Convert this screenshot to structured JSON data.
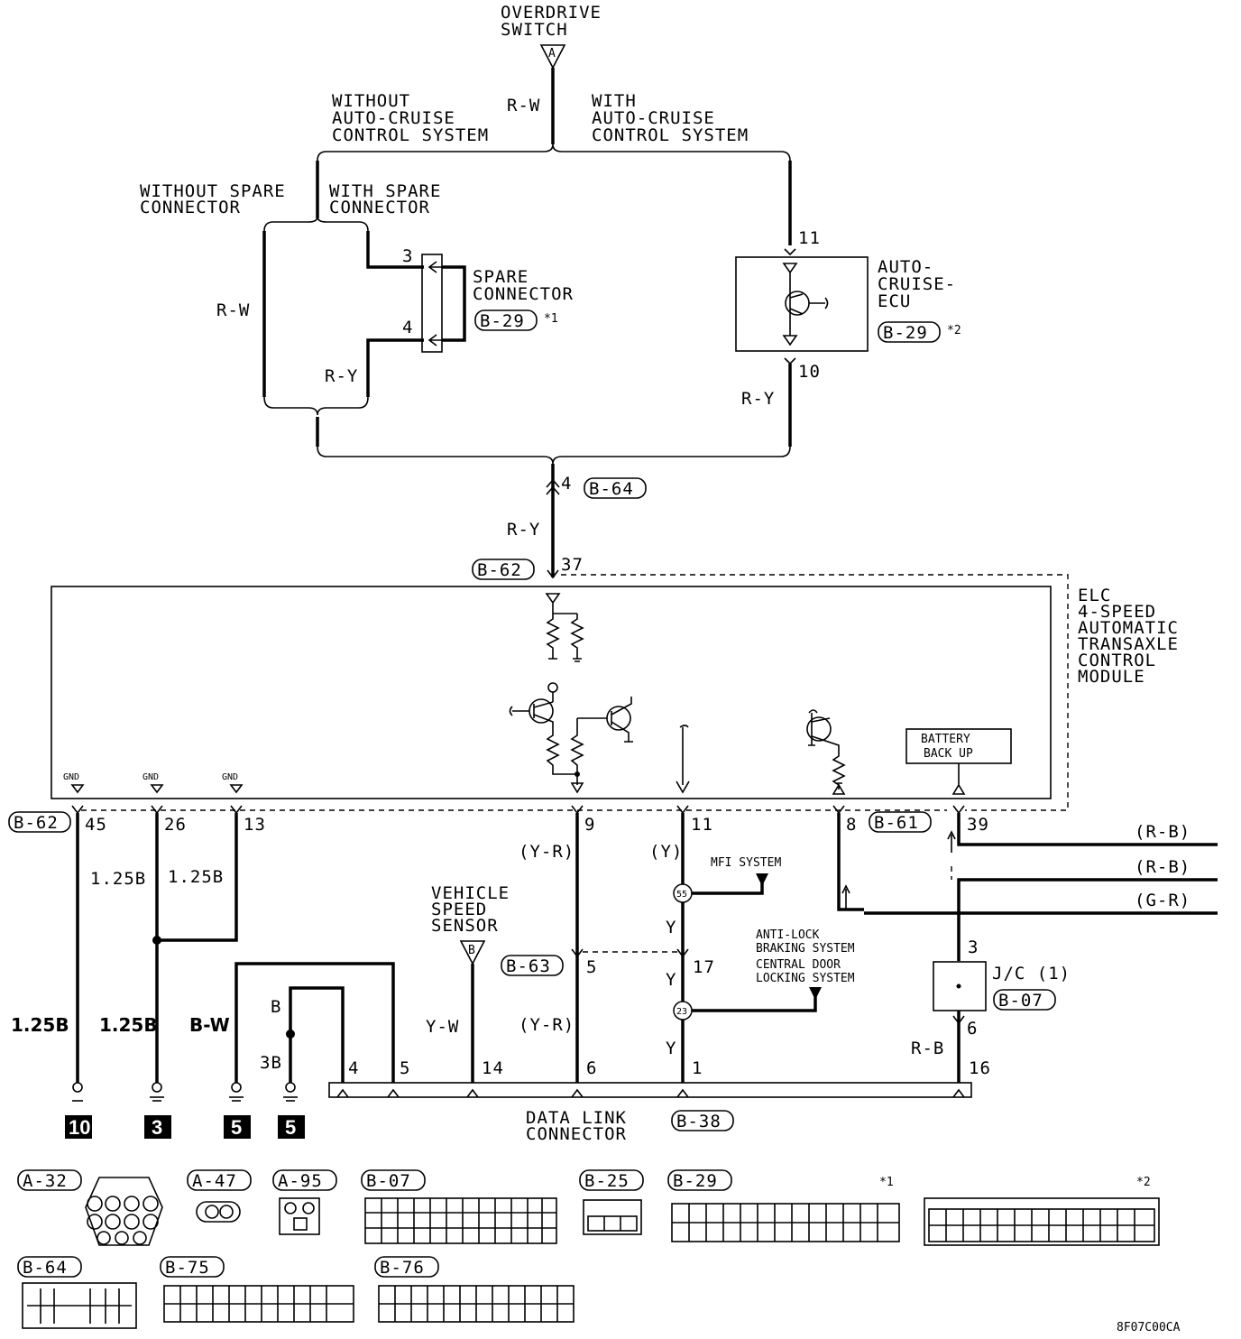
{
  "overdrive_switch": {
    "line1": "OVERDRIVE",
    "line2": "SWITCH",
    "terminal": "A"
  },
  "without_acc": {
    "line1": "WITHOUT",
    "line2": "AUTO-CRUISE",
    "line3": "CONTROL SYSTEM"
  },
  "with_acc": {
    "line1": "WITH",
    "line2": "AUTO-CRUISE",
    "line3": "CONTROL SYSTEM"
  },
  "without_spare": {
    "line1": "WITHOUT SPARE",
    "line2": "CONNECTOR"
  },
  "with_spare": {
    "line1": "WITH SPARE",
    "line2": "CONNECTOR"
  },
  "spare_connector": {
    "line1": "SPARE",
    "line2": "CONNECTOR",
    "ref": "B-29",
    "note": "*1",
    "pin_top": "3",
    "pin_bottom": "4"
  },
  "auto_cruise_ecu": {
    "line1": "AUTO-",
    "line2": "CRUISE-",
    "line3": "ECU",
    "ref": "B-29",
    "note": "*2",
    "pin_top": "11",
    "pin_bottom": "10"
  },
  "wires": {
    "rw_top": "R-W",
    "rw_left": "R-W",
    "ry_left": "R-Y",
    "ry_right": "R-Y",
    "ry_mid": "R-Y"
  },
  "junction_b64": {
    "ref": "B-64",
    "pin": "4"
  },
  "ecu_input": {
    "ref": "B-62",
    "pin": "37"
  },
  "module": {
    "line1": "ELC",
    "line2": "4-SPEED",
    "line3": "AUTOMATIC",
    "line4": "TRANSAXLE",
    "line5": "CONTROL",
    "line6": "MODULE",
    "gnd": "GND",
    "battery1": "BATTERY",
    "battery2": "BACK UP"
  },
  "bottom_pins": {
    "ref_left": "B-62",
    "p45": "45",
    "p26": "26",
    "p13": "13",
    "p9": "9",
    "p11": "11",
    "p8": "8",
    "ref_right": "B-61",
    "p39": "39"
  },
  "ground_wires": {
    "w125_a": "1.25B",
    "w125_b": "1.25B",
    "b125_a": "1.25B",
    "b125_b": "1.25B",
    "bw": "B-W",
    "b": "B",
    "b3": "3B"
  },
  "ground_numbers": [
    "10",
    "3",
    "5",
    "5"
  ],
  "vehicle_speed_sensor": {
    "line1": "VEHICLE",
    "line2": "SPEED",
    "line3": "SENSOR",
    "terminal": "B",
    "wire": "Y-W"
  },
  "signals": {
    "yr_top": "(Y-R)",
    "y_top": "(Y)",
    "yr_bottom": "(Y-R)",
    "y_a": "Y",
    "y_b": "Y",
    "mfi": "MFI SYSTEM",
    "abs1": "ANTI-LOCK",
    "abs2": "BRAKING SYSTEM",
    "cdl1": "CENTRAL DOOR",
    "cdl2": "LOCKING SYSTEM",
    "splice55": "55",
    "splice23": "23"
  },
  "b63": {
    "ref": "B-63",
    "pin5": "5",
    "pin17": "17"
  },
  "right_wires": {
    "rb1": "(R-B)",
    "rb2": "(R-B)",
    "gr": "(G-R)"
  },
  "jc": {
    "label": "J/C (1)",
    "ref": "B-07",
    "pin3": "3",
    "pin6": "6",
    "wire": "R-B"
  },
  "dlc": {
    "line1": "DATA LINK",
    "line2": "CONNECTOR",
    "ref": "B-38",
    "p4": "4",
    "p5": "5",
    "p14": "14",
    "p6": "6",
    "p1": "1",
    "p16": "16"
  },
  "connectors": {
    "a32": "A-32",
    "a47": "A-47",
    "a95": "A-95",
    "b07": "B-07",
    "b25": "B-25",
    "b29": "B-29",
    "b64": "B-64",
    "b75": "B-75",
    "b76": "B-76",
    "star1": "*1",
    "star2": "*2"
  },
  "figure_code": "8F07C00CA"
}
